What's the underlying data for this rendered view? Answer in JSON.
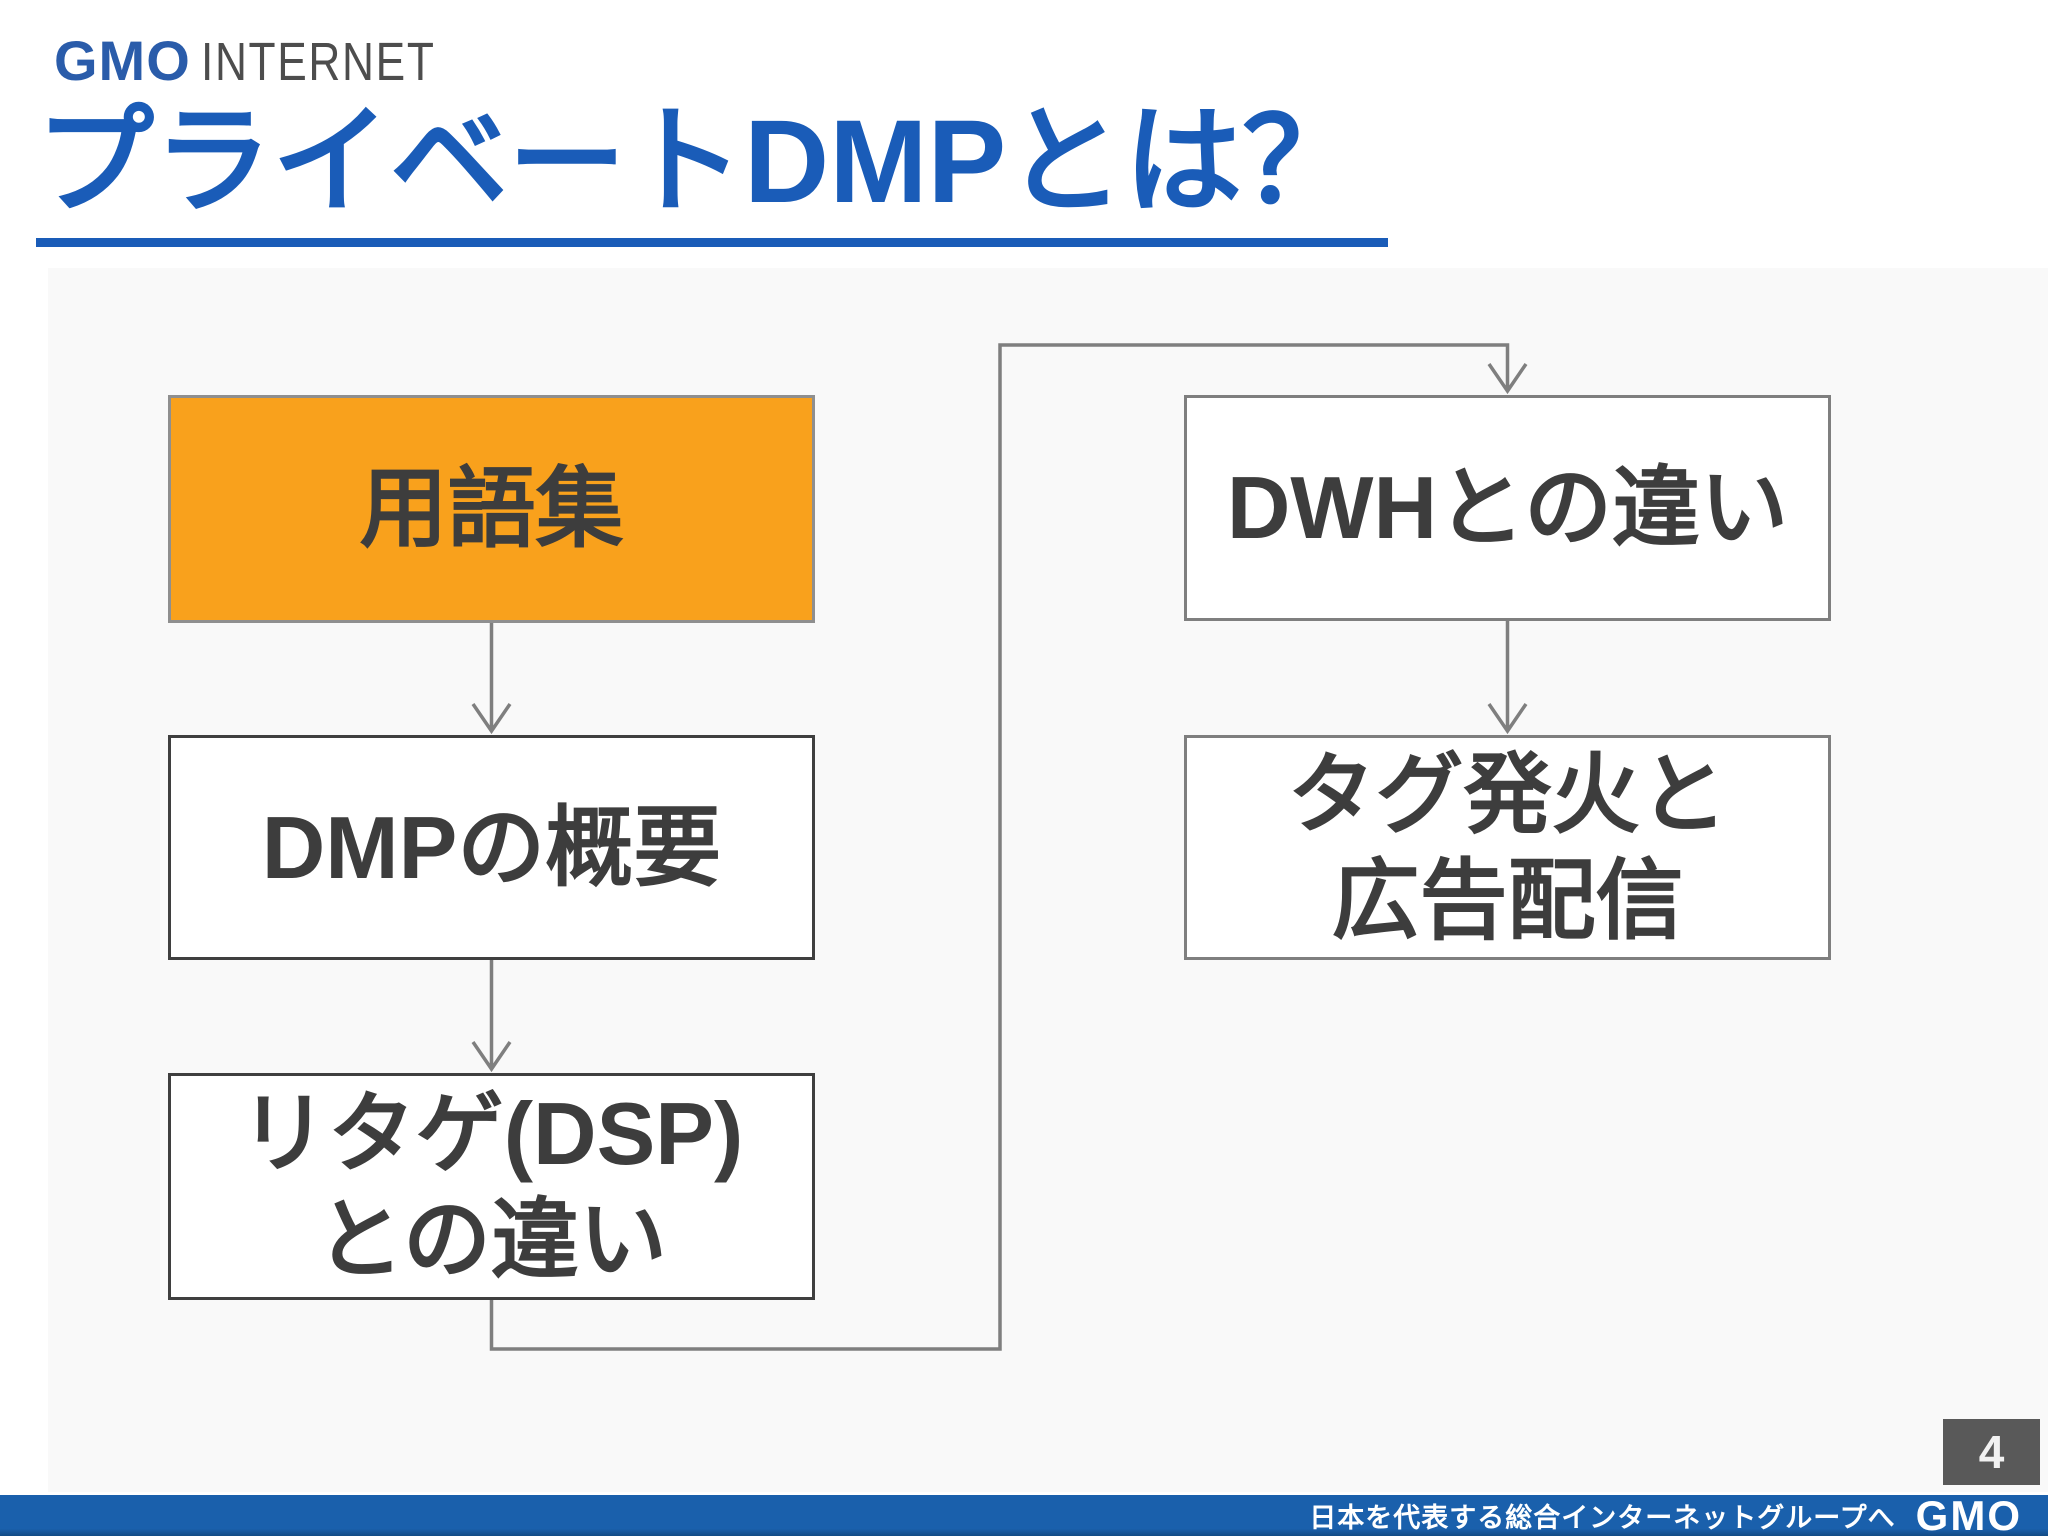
{
  "header": {
    "logo_gmo": "GMO",
    "logo_rest": "INTERNET"
  },
  "title": "プライベートDMPとは？",
  "flowchart": {
    "nodes": [
      {
        "id": "glossary",
        "label": "用語集",
        "highlighted": true
      },
      {
        "id": "dmp-overview",
        "label": "DMPの概要",
        "highlighted": false
      },
      {
        "id": "retargeting-dsp-difference",
        "lines": [
          "リタゲ(DSP)",
          "との違い"
        ],
        "highlighted": false
      },
      {
        "id": "dwh-difference",
        "label": "DWHとの違い",
        "highlighted": false
      },
      {
        "id": "tag-firing-ad-delivery",
        "lines": [
          "タグ発火と",
          "広告配信"
        ],
        "highlighted": false
      }
    ],
    "colors": {
      "highlight_fill": "#f9a11c",
      "node_fill": "#ffffff",
      "node_text": "#3d3d3d",
      "connector": "#7f7f7f"
    }
  },
  "page_number": "4",
  "footer": {
    "tagline": "日本を代表する総合インターネットグループへ",
    "logo": "GMO",
    "bar_color": "#1a60ac"
  },
  "title_color": "#1a5cb8"
}
